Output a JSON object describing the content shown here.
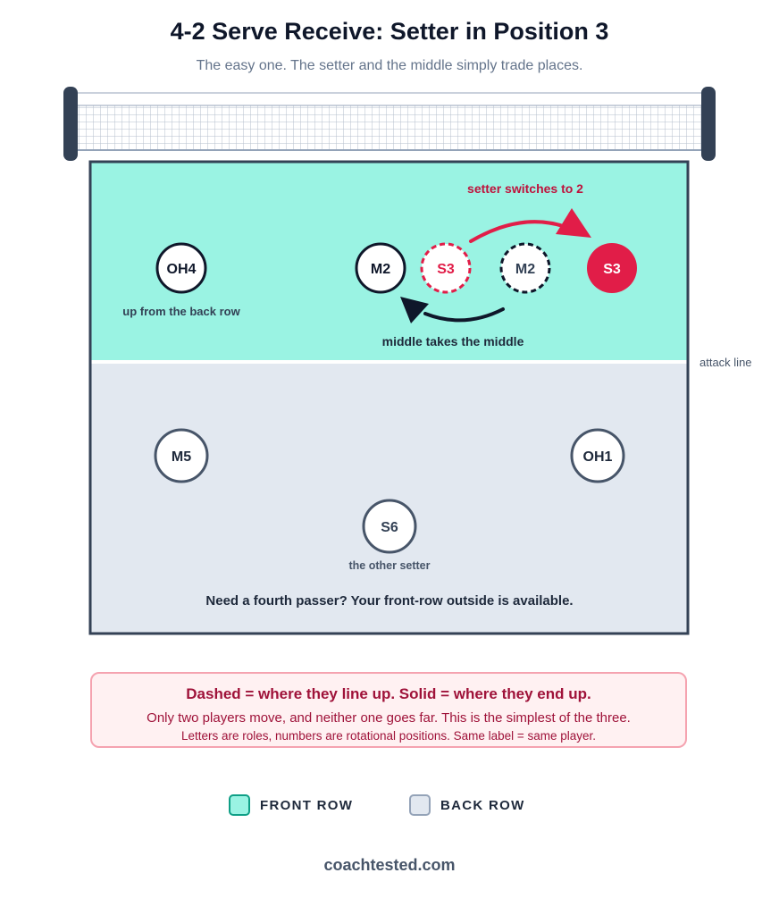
{
  "header": {
    "title": "4-2 Serve Receive: Setter in Position 3",
    "subtitle": "The easy one. The setter and the middle simply trade places."
  },
  "court": {
    "attack_line_label": "attack line",
    "front_row_color": "#9af3e3",
    "back_row_color": "#e2e8f0",
    "players": [
      {
        "id": "oh4",
        "label": "OH4",
        "row": "front",
        "style": "solid",
        "caption": "up from the back row"
      },
      {
        "id": "m2-final",
        "label": "M2",
        "row": "front",
        "style": "solid"
      },
      {
        "id": "s3-start",
        "label": "S3",
        "row": "front",
        "style": "dashed",
        "color": "#e11d48"
      },
      {
        "id": "m2-start",
        "label": "M2",
        "row": "front",
        "style": "dashed"
      },
      {
        "id": "s3-final",
        "label": "S3",
        "row": "front",
        "style": "filled",
        "color": "#e11d48"
      },
      {
        "id": "m5",
        "label": "M5",
        "row": "back",
        "style": "solid"
      },
      {
        "id": "oh1",
        "label": "OH1",
        "row": "back",
        "style": "solid"
      },
      {
        "id": "s6",
        "label": "S6",
        "row": "back",
        "style": "solid",
        "caption": "the other setter"
      }
    ],
    "arrows": {
      "setter": "setter switches to 2",
      "middle": "middle takes the middle"
    },
    "note": "Need a fourth passer? Your front-row outside is available."
  },
  "info": {
    "heading": "Dashed = where they line up. Solid = where they end up.",
    "line1": "Only two players move, and neither one goes far. This is the simplest of the three.",
    "line2": "Letters are roles, numbers are rotational positions. Same label = same player."
  },
  "legend": {
    "front": {
      "label": "FRONT ROW",
      "color": "#9af3e3"
    },
    "back": {
      "label": "BACK ROW",
      "color": "#e2e8f0"
    }
  },
  "footer": "coachtested.com"
}
